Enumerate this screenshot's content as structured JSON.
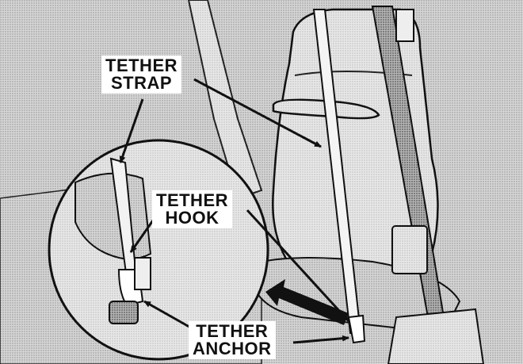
{
  "labels": {
    "tether_strap": {
      "line1": "TETHER",
      "line2": "STRAP"
    },
    "tether_hook": {
      "line1": "TETHER",
      "line2": "HOOK"
    },
    "tether_anchor": {
      "line1": "TETHER",
      "line2": "ANCHOR"
    }
  },
  "colors": {
    "ink": "#111111",
    "paper": "#ffffff",
    "screen_tone": "#cfcfcf"
  }
}
